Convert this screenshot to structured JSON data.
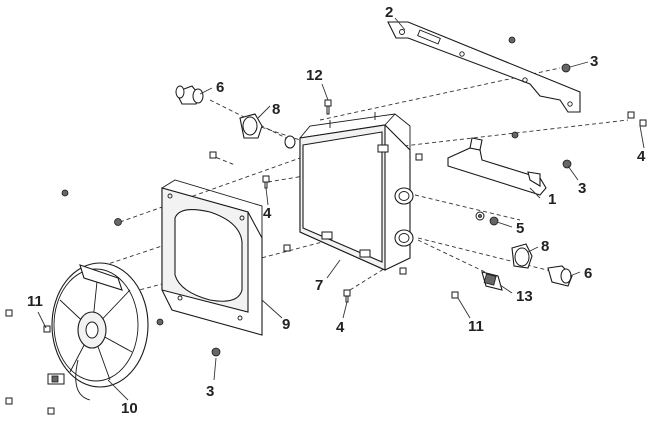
{
  "diagram": {
    "callouts": {
      "c1": "1",
      "c2": "2",
      "c3a": "3",
      "c3b": "3",
      "c3c": "3",
      "c4a": "4",
      "c4b": "4",
      "c4c": "4",
      "c5": "5",
      "c6a": "6",
      "c6b": "6",
      "c7": "7",
      "c8a": "8",
      "c8b": "8",
      "c9": "9",
      "c10": "10",
      "c11a": "11",
      "c11b": "11",
      "c12": "12",
      "c13": "13"
    },
    "colors": {
      "line": "#1a1a1a",
      "fill": "#ffffff",
      "shade": "#f2f2f2"
    }
  }
}
